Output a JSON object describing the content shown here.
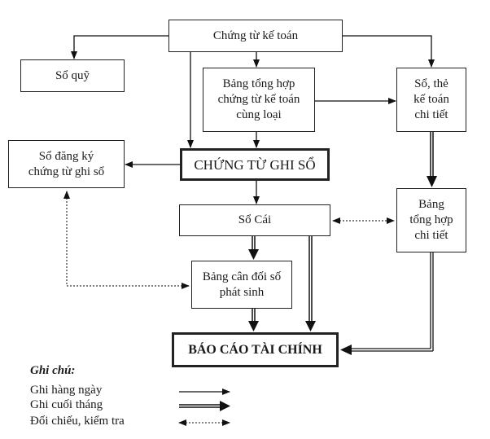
{
  "nodes": {
    "chung_tu_ke_toan": "Chứng từ kế toán",
    "so_quy": "Sổ quỹ",
    "bang_tong_hop_chung_tu": "Bảng tổng hợp chứng từ kế toán cùng loại",
    "so_the_chi_tiet": "Sổ, thẻ kế toán chi tiết",
    "so_dang_ky": "Sổ đăng ký chứng từ ghi sổ",
    "chung_tu_ghi_so": "CHỨNG TỪ GHI SỔ",
    "so_cai": "Sổ Cái",
    "bang_tong_hop_chi_tiet": "Bảng tổng hợp chi tiết",
    "bang_can_doi": "Bảng cân đối số phát sinh",
    "bao_cao_tai_chinh": "BÁO CÁO TÀI CHÍNH"
  },
  "node_lines": {
    "bang_tong_hop_chung_tu": [
      "Bảng tổng hợp",
      "chứng từ kế toán",
      "cùng loại"
    ],
    "so_the_chi_tiet": [
      "Sổ, thẻ",
      "kế toán",
      "chi tiết"
    ],
    "so_dang_ky": [
      "Sổ đăng ký",
      "chứng từ ghi sổ"
    ],
    "bang_tong_hop_chi_tiet": [
      "Bảng",
      "tổng hợp",
      "chi tiết"
    ],
    "bang_can_doi": [
      "Bảng cân đối số",
      "phát sinh"
    ]
  },
  "edges": [
    {
      "from": "chung_tu_ke_toan",
      "to": "so_quy",
      "type": "daily"
    },
    {
      "from": "chung_tu_ke_toan",
      "to": "bang_tong_hop_chung_tu",
      "type": "daily"
    },
    {
      "from": "chung_tu_ke_toan",
      "to": "so_the_chi_tiet",
      "type": "daily"
    },
    {
      "from": "chung_tu_ke_toan",
      "to": "chung_tu_ghi_so",
      "type": "daily"
    },
    {
      "from": "bang_tong_hop_chung_tu",
      "to": "chung_tu_ghi_so",
      "type": "daily"
    },
    {
      "from": "bang_tong_hop_chung_tu",
      "to": "so_the_chi_tiet",
      "type": "daily"
    },
    {
      "from": "chung_tu_ghi_so",
      "to": "so_dang_ky",
      "type": "daily"
    },
    {
      "from": "chung_tu_ghi_so",
      "to": "so_cai",
      "type": "daily"
    },
    {
      "from": "so_the_chi_tiet",
      "to": "bang_tong_hop_chi_tiet",
      "type": "month_end"
    },
    {
      "from": "so_cai",
      "to": "bang_can_doi",
      "type": "month_end"
    },
    {
      "from": "so_cai",
      "to": "bao_cao_tai_chinh",
      "type": "month_end"
    },
    {
      "from": "bang_can_doi",
      "to": "bao_cao_tai_chinh",
      "type": "month_end"
    },
    {
      "from": "bang_tong_hop_chi_tiet",
      "to": "bao_cao_tai_chinh",
      "type": "month_end"
    },
    {
      "from": "so_cai",
      "to": "bang_tong_hop_chi_tiet",
      "type": "reconcile"
    },
    {
      "from": "so_dang_ky",
      "to": "bang_can_doi",
      "type": "reconcile"
    }
  ],
  "legend": {
    "title": "Ghi chú:",
    "items": [
      {
        "key": "daily",
        "label": "Ghi hàng ngày"
      },
      {
        "key": "month_end",
        "label": "Ghi cuối tháng"
      },
      {
        "key": "reconcile",
        "label": "Đối chiếu, kiểm tra"
      }
    ]
  }
}
